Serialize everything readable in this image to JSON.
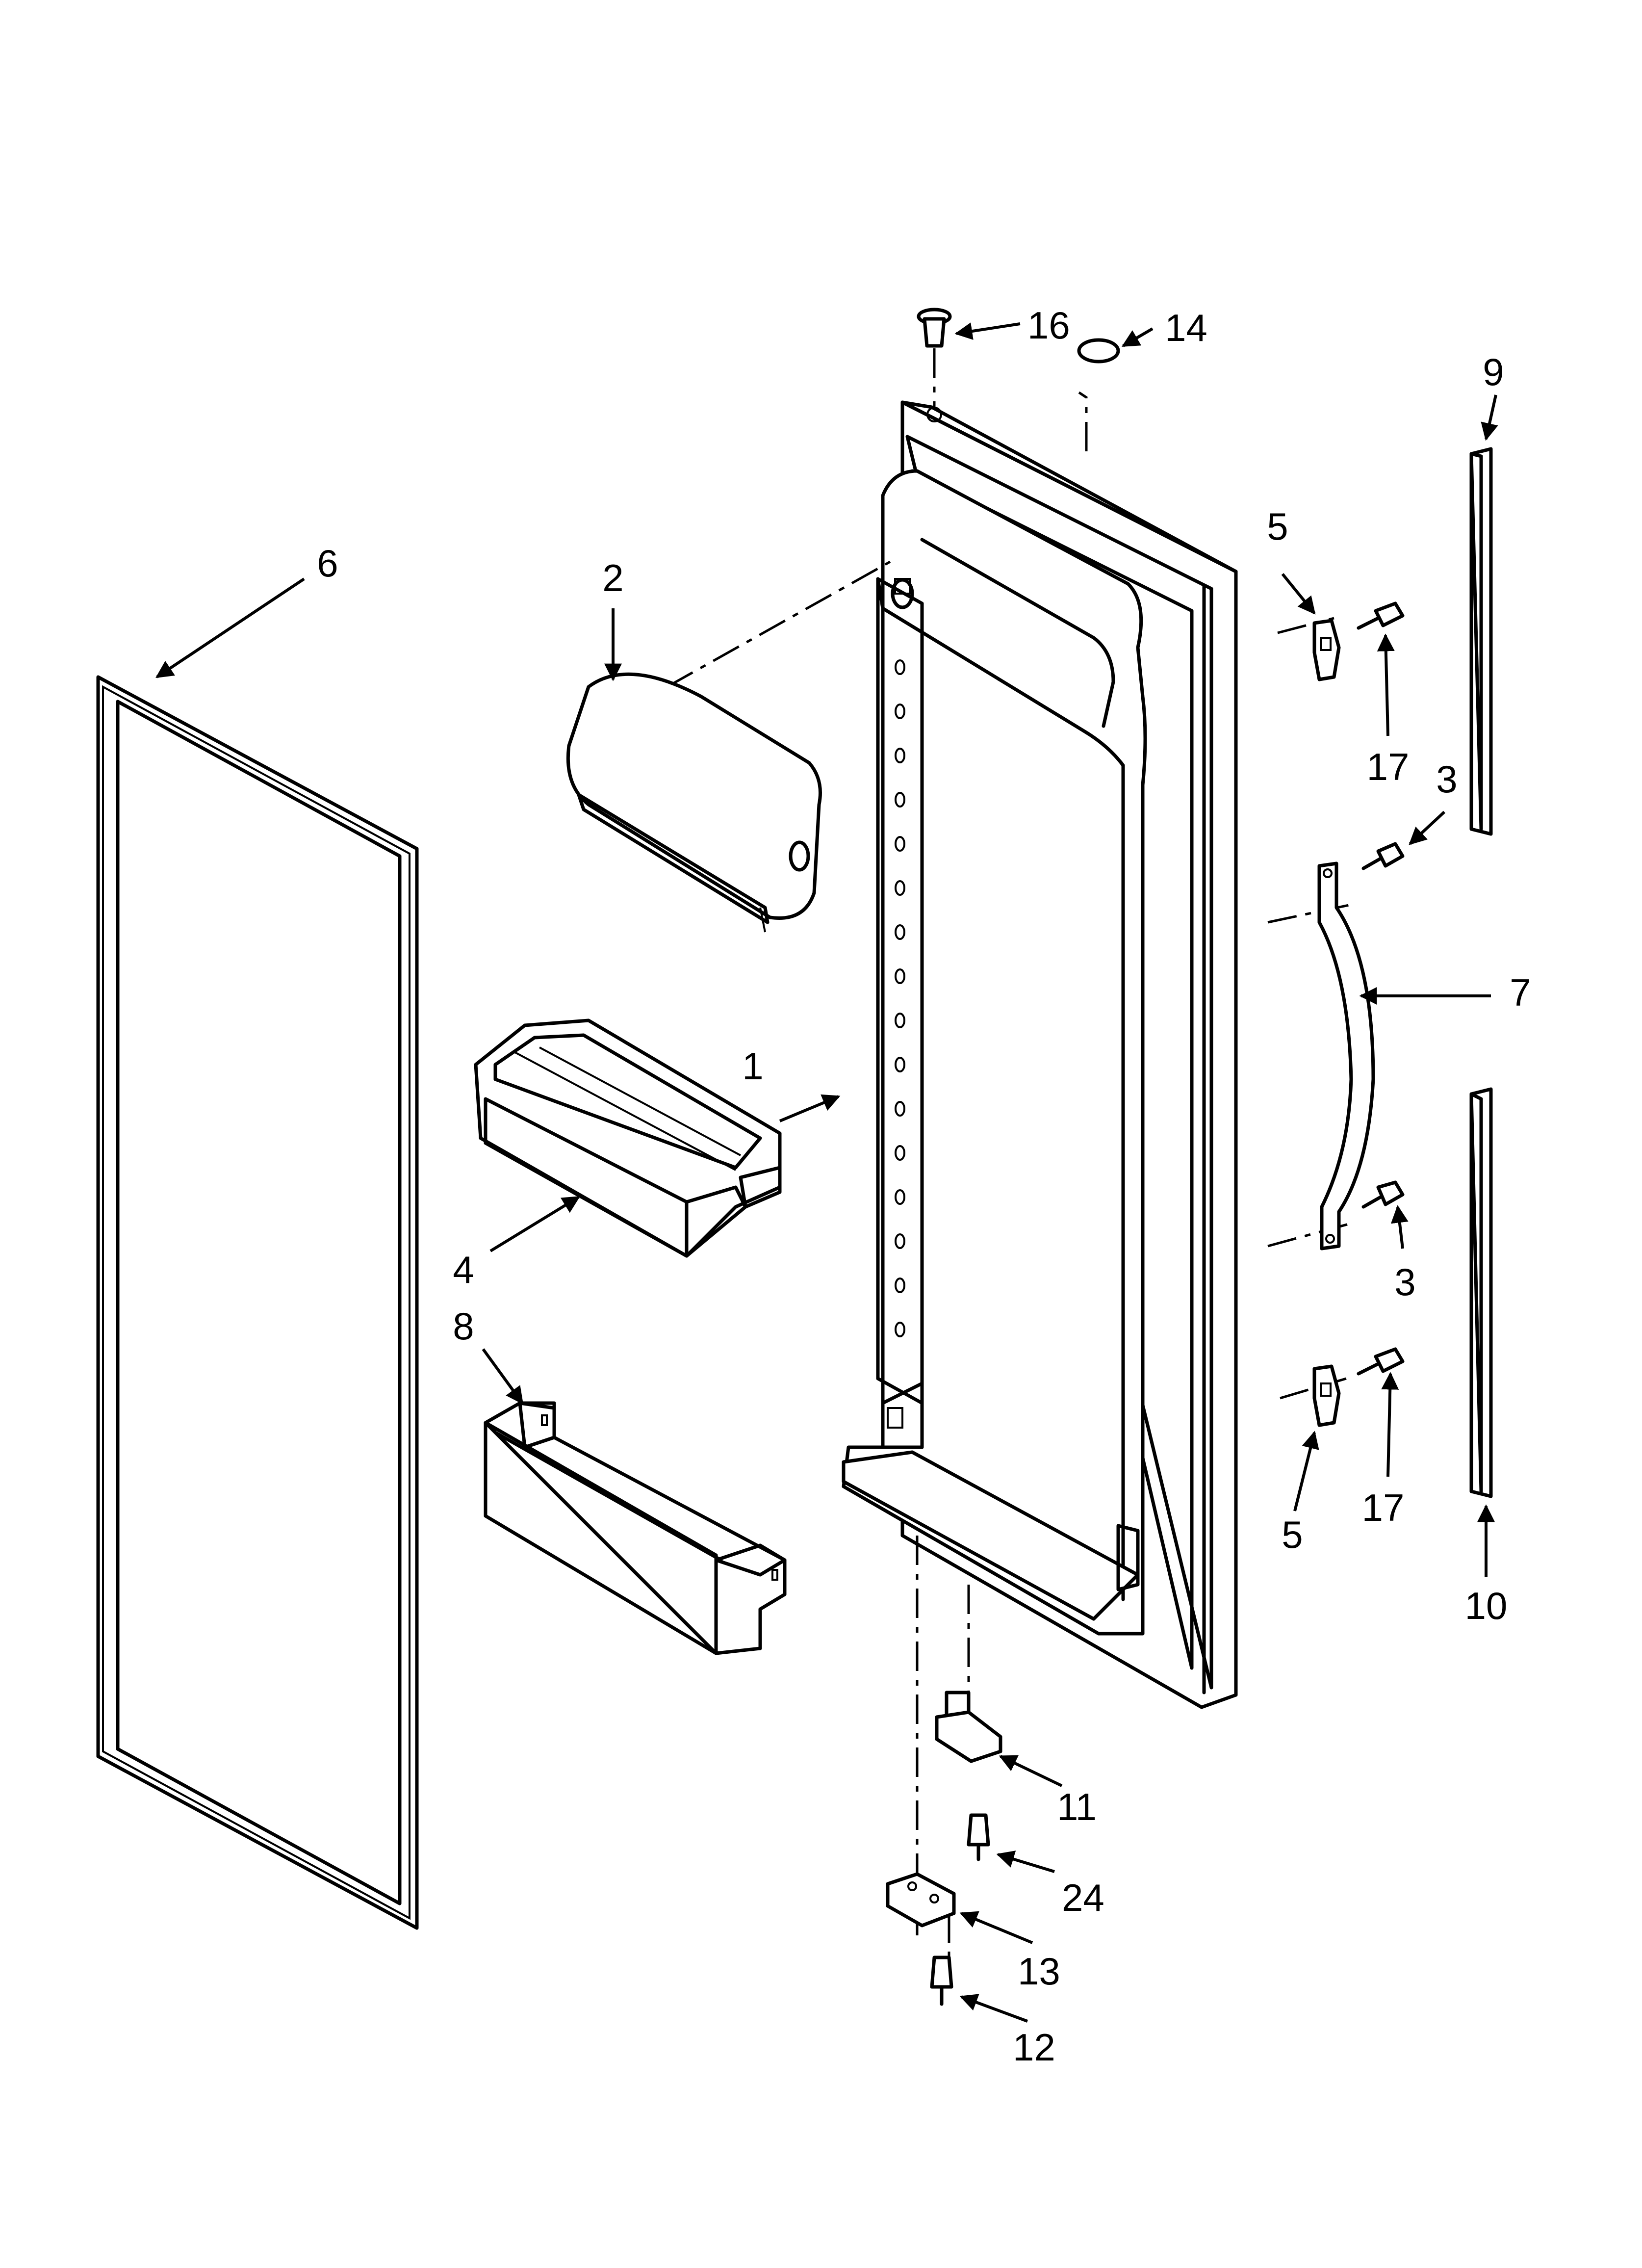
{
  "diagram": {
    "callouts": [
      {
        "id": "c16",
        "label": "16"
      },
      {
        "id": "c14",
        "label": "14"
      },
      {
        "id": "c9",
        "label": "9"
      },
      {
        "id": "c6",
        "label": "6"
      },
      {
        "id": "c2",
        "label": "2"
      },
      {
        "id": "c5a",
        "label": "5"
      },
      {
        "id": "c17a",
        "label": "17"
      },
      {
        "id": "c3a",
        "label": "3"
      },
      {
        "id": "c7",
        "label": "7"
      },
      {
        "id": "c1",
        "label": "1"
      },
      {
        "id": "c4",
        "label": "4"
      },
      {
        "id": "c3b",
        "label": "3"
      },
      {
        "id": "c8",
        "label": "8"
      },
      {
        "id": "c5b",
        "label": "5"
      },
      {
        "id": "c17b",
        "label": "17"
      },
      {
        "id": "c10",
        "label": "10"
      },
      {
        "id": "c11",
        "label": "11"
      },
      {
        "id": "c24",
        "label": "24"
      },
      {
        "id": "c13",
        "label": "13"
      },
      {
        "id": "c12",
        "label": "12"
      }
    ]
  }
}
